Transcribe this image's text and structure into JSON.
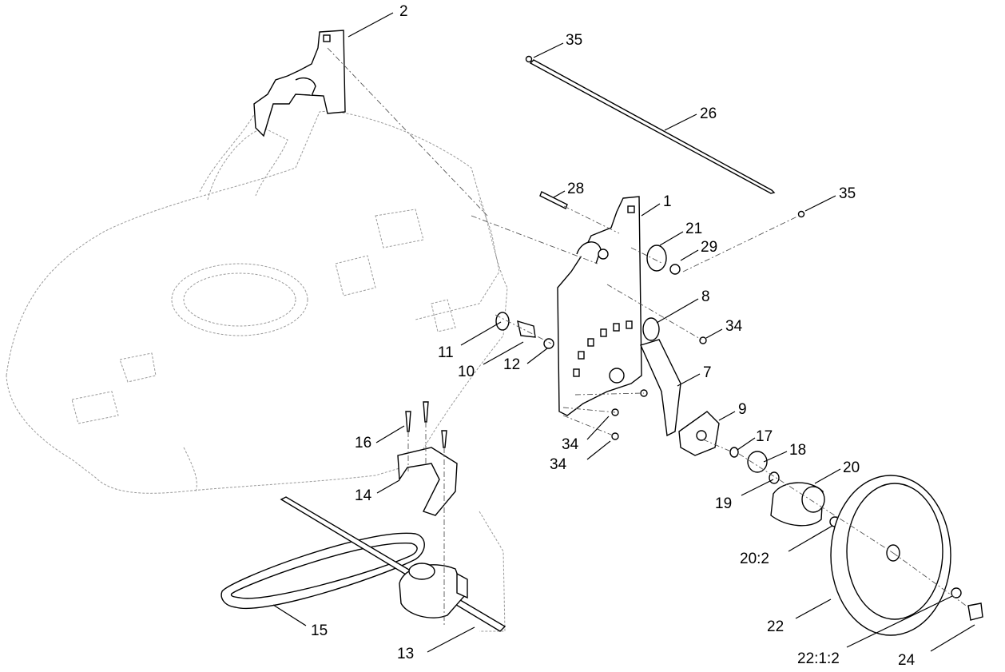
{
  "callouts": {
    "c1": "1",
    "c2": "2",
    "c7": "7",
    "c8": "8",
    "c9": "9",
    "c10": "10",
    "c11": "11",
    "c12": "12",
    "c13": "13",
    "c14": "14",
    "c15": "15",
    "c16": "16",
    "c17": "17",
    "c18": "18",
    "c19": "19",
    "c20": "20",
    "c20_2": "20:2",
    "c21": "21",
    "c22": "22",
    "c22_1_2": "22:1:2",
    "c24": "24",
    "c26": "26",
    "c28": "28",
    "c29": "29",
    "c34_a": "34",
    "c34_b": "34",
    "c34_c": "34",
    "c35_a": "35",
    "c35_b": "35"
  }
}
